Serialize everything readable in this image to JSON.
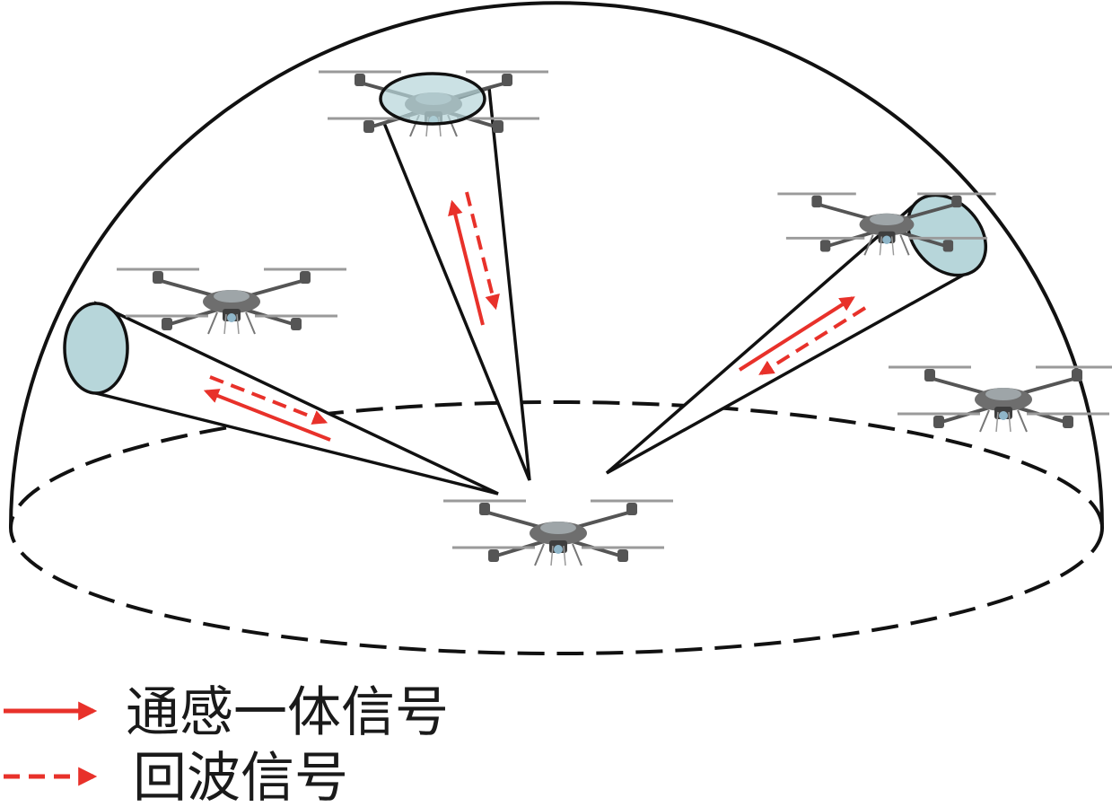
{
  "legend": {
    "items": [
      {
        "style": "solid",
        "label": "通感一体信号"
      },
      {
        "style": "dashed",
        "label": "回波信号"
      }
    ]
  },
  "colors": {
    "signal": "#e8312a",
    "beam_cap": "#b7d6da",
    "outline": "#111111",
    "drone_body": "#6e6e6e",
    "drone_light": "#bfc6c9"
  },
  "icons": {
    "drone": "quadcopter-drone-icon",
    "beam": "sensing-beam-cone"
  },
  "drones": [
    {
      "id": "center"
    },
    {
      "id": "top"
    },
    {
      "id": "left"
    },
    {
      "id": "upper-right"
    },
    {
      "id": "far-right"
    }
  ],
  "beams": [
    {
      "id": "left"
    },
    {
      "id": "top"
    },
    {
      "id": "right"
    }
  ]
}
